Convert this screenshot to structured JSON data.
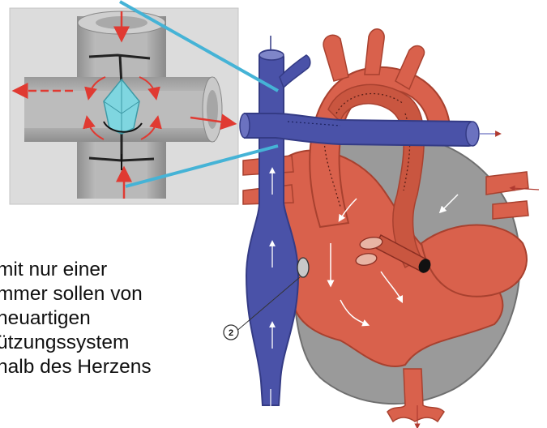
{
  "figure": {
    "caption_lines": [
      "mit nur einer",
      "mmer sollen von",
      "neuartigen",
      "ützungssystem",
      "halb des Herzens"
    ],
    "callout_number": "2",
    "colors": {
      "vein_blue": "#4a52a8",
      "vein_blue_dark": "#343b85",
      "artery_red": "#d9614c",
      "artery_red_dark": "#b84734",
      "heart_gray": "#9a9a9a",
      "inset_frame": "#dcdcdc",
      "pipe_gray": "#bdbdbd",
      "impeller_cyan": "#7fd6e0",
      "connector_line": "#45b3d6",
      "flow_arrow": "#e03a32"
    }
  }
}
